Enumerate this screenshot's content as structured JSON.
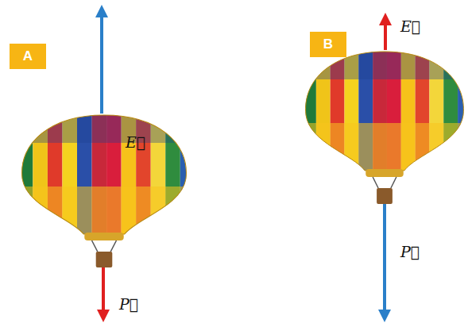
{
  "diagram": {
    "nodes": [
      {
        "text": [
          "A"
        ]
      },
      {
        "text": [
          "B"
        ]
      }
    ],
    "labels": [
      "E⃗",
      "P⃗",
      "E⃗",
      "P⃗"
    ]
  }
}
